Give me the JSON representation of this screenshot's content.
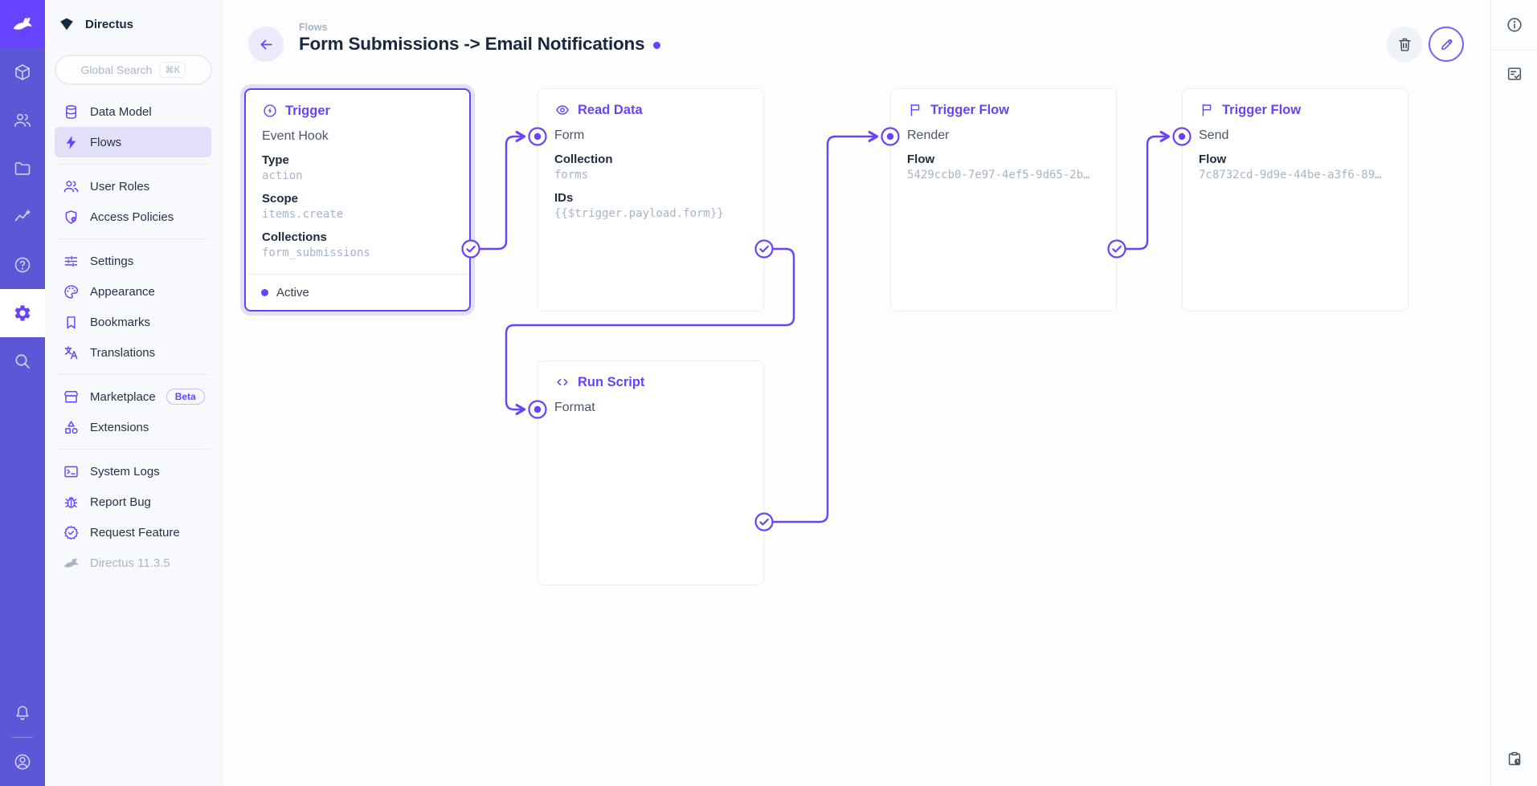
{
  "colors": {
    "accent": "#6644FF",
    "rail_bg": "#5B57D6",
    "logo_bg": "#6644FF",
    "active_nav_bg": "#E2DFF8",
    "title_text": "#172940",
    "subdued_text": "#A2B5CD",
    "status_active": "#6644FF"
  },
  "module_bar": {
    "logo_icon": "directus-rabbit-icon",
    "modules": [
      "content-module-icon",
      "users-module-icon",
      "files-module-icon",
      "insights-module-icon",
      "help-icon",
      "settings-module-icon",
      "search-icon"
    ],
    "active_module": "settings",
    "bottom_icons": [
      "notifications-bell-icon",
      "account-avatar-icon"
    ]
  },
  "nav": {
    "project_name": "Directus",
    "search": {
      "placeholder": "Global Search",
      "shortcut": "⌘K"
    },
    "groups": [
      {
        "items": [
          {
            "label": "Data Model",
            "icon": "database-icon"
          },
          {
            "label": "Flows",
            "icon": "bolt-icon",
            "active": true
          }
        ]
      },
      {
        "items": [
          {
            "label": "User Roles",
            "icon": "people-icon"
          },
          {
            "label": "Access Policies",
            "icon": "shield-lock-icon"
          }
        ]
      },
      {
        "items": [
          {
            "label": "Settings",
            "icon": "tune-icon"
          },
          {
            "label": "Appearance",
            "icon": "palette-icon"
          },
          {
            "label": "Bookmarks",
            "icon": "bookmark-icon"
          },
          {
            "label": "Translations",
            "icon": "translate-icon"
          }
        ]
      },
      {
        "items": [
          {
            "label": "Marketplace",
            "icon": "storefront-icon",
            "badge": "Beta"
          },
          {
            "label": "Extensions",
            "icon": "category-icon"
          }
        ]
      },
      {
        "items": [
          {
            "label": "System Logs",
            "icon": "terminal-icon"
          },
          {
            "label": "Report Bug",
            "icon": "bug-icon"
          },
          {
            "label": "Request Feature",
            "icon": "badge-check-icon"
          },
          {
            "label": "Directus 11.3.5",
            "icon": "directus-rabbit-icon",
            "muted": true
          }
        ]
      }
    ]
  },
  "header": {
    "breadcrumb": "Flows",
    "title": "Form Submissions -> Email Notifications",
    "has_unsaved_dot": true,
    "actions": {
      "delete_icon": "trash-icon",
      "edit_icon": "pencil-icon"
    }
  },
  "flow": {
    "panels": [
      {
        "id": "trigger",
        "type_label": "Trigger",
        "icon": "trigger-bolt-circle-icon",
        "name": "Event Hook",
        "fields": [
          {
            "label": "Type",
            "value": "action"
          },
          {
            "label": "Scope",
            "value": "items.create"
          },
          {
            "label": "Collections",
            "value": "form_submissions"
          }
        ],
        "status": "Active"
      },
      {
        "id": "read-data",
        "type_label": "Read Data",
        "icon": "eye-icon",
        "name": "Form",
        "fields": [
          {
            "label": "Collection",
            "value": "forms"
          },
          {
            "label": "IDs",
            "value": "{{$trigger.payload.form}}"
          }
        ]
      },
      {
        "id": "trigger-flow-render",
        "type_label": "Trigger Flow",
        "icon": "flag-icon",
        "name": "Render",
        "fields": [
          {
            "label": "Flow",
            "value": "5429ccb0-7e97-4ef5-9d65-2b…"
          }
        ]
      },
      {
        "id": "trigger-flow-send",
        "type_label": "Trigger Flow",
        "icon": "flag-icon",
        "name": "Send",
        "fields": [
          {
            "label": "Flow",
            "value": "7c8732cd-9d9e-44be-a3f6-89…"
          }
        ]
      },
      {
        "id": "run-script",
        "type_label": "Run Script",
        "icon": "code-icon",
        "name": "Format",
        "fields": []
      }
    ]
  },
  "rightbar": {
    "icons": [
      "info-icon",
      "sidebar-detail-icon"
    ],
    "bottom_icon": "activity-clipboard-icon"
  }
}
